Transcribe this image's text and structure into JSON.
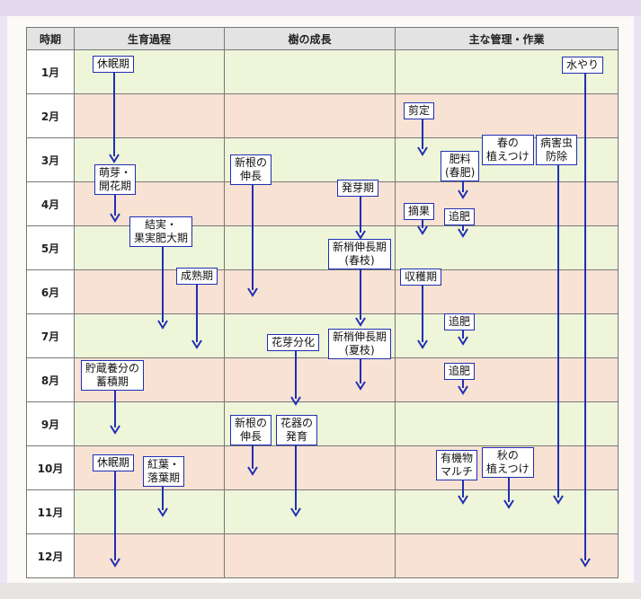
{
  "header": {
    "period": "時期",
    "growth": "生育過程",
    "tree": "樹の成長",
    "management": "主な管理・作業"
  },
  "months": [
    "1月",
    "2月",
    "3月",
    "4月",
    "5月",
    "6月",
    "7月",
    "8月",
    "9月",
    "10月",
    "11月",
    "12月"
  ],
  "growth_process": {
    "dormant_1": "休眠期",
    "budding": "萌芽・\n開花期",
    "fruiting": "結実・\n果実肥大期",
    "ripening": "成熟期",
    "storage": "貯蔵養分の\n蓄積期",
    "dormant_2": "休眠期",
    "leaf_fall": "紅葉・\n落葉期"
  },
  "tree_growth": {
    "root_1": "新根の\n伸長",
    "sprouting": "発芽期",
    "spring_shoot": "新梢伸長期\n(春枝)",
    "flower_bud": "花芽分化",
    "summer_shoot": "新梢伸長期\n(夏枝)",
    "root_2": "新根の\n伸長",
    "flower_organ": "花器の\n発育"
  },
  "management": {
    "watering": "水やり",
    "pruning": "剪定",
    "spring_planting": "春の\n植えつけ",
    "pest_control": "病害虫\n防除",
    "fertilizer_spring": "肥料\n(春肥)",
    "thinning": "摘果",
    "topdress_1": "追肥",
    "harvest": "収穫期",
    "topdress_2": "追肥",
    "topdress_3": "追肥",
    "mulch": "有機物\nマルチ",
    "autumn_planting": "秋の\n植えつけ"
  },
  "colors": {
    "row_odd": "#eef5d9",
    "row_even": "#f8e2d3",
    "arrow": "#1f2fb2",
    "border": "#777777"
  }
}
